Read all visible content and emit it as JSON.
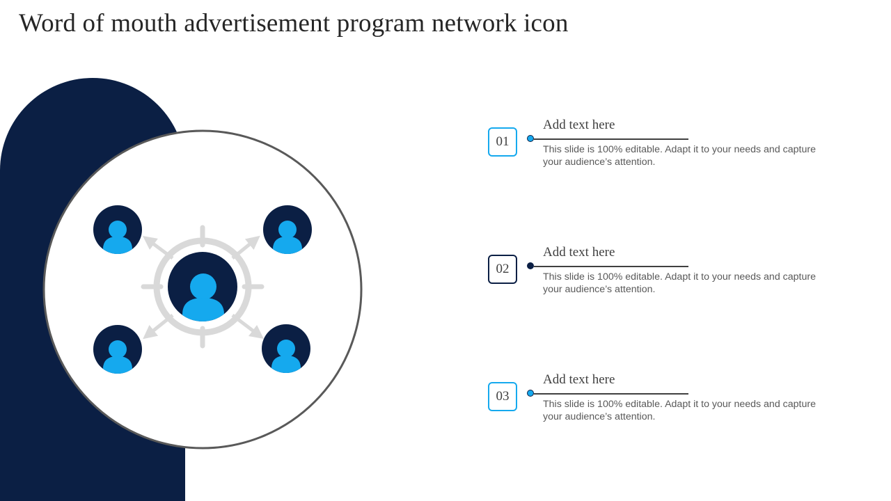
{
  "slide": {
    "title": "Word of mouth advertisement program network icon"
  },
  "colors": {
    "navy": "#0b1f44",
    "accent_blue": "#15a9ee",
    "gray_ring": "#d9d9d9",
    "circle_border": "#595959"
  },
  "graphic": {
    "central_icon": "user-icon",
    "peer_icons": [
      "user-icon",
      "user-icon",
      "user-icon",
      "user-icon"
    ],
    "connector": "crosshair-with-arrows"
  },
  "items": [
    {
      "number": "01",
      "heading": "Add text here",
      "text": "This slide is 100% editable. Adapt it to your needs and capture your audience’s attention.",
      "style": "light"
    },
    {
      "number": "02",
      "heading": "Add text here",
      "text": "This slide is 100% editable. Adapt it to your needs and capture your audience’s attention.",
      "style": "dark"
    },
    {
      "number": "03",
      "heading": "Add text here",
      "text": "This slide is 100% editable. Adapt it to your needs and capture your audience’s attention.",
      "style": "light"
    }
  ]
}
